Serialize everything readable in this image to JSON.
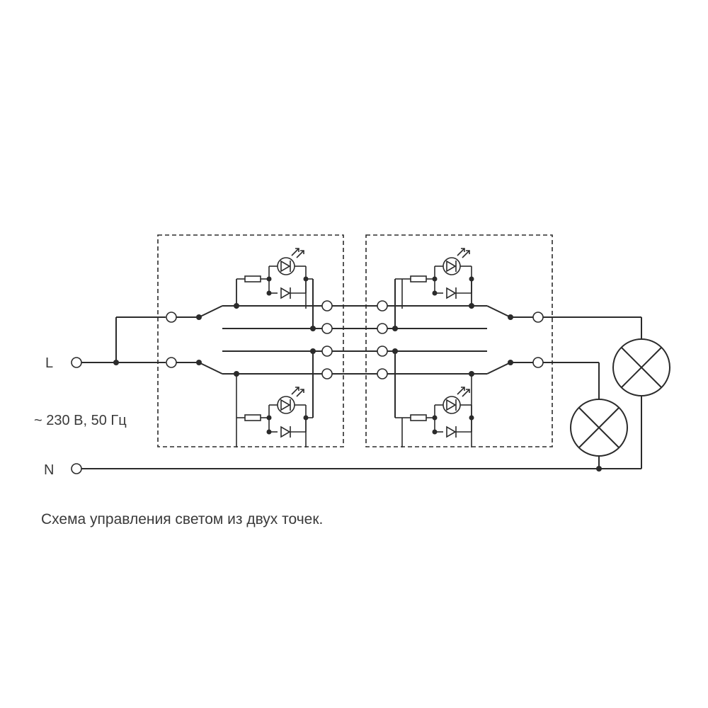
{
  "labels": {
    "line": "L",
    "neutral": "N",
    "supply": "~ 230 В, 50 Гц"
  },
  "caption": "Схема управления светом из двух точек.",
  "colors": {
    "line": "#2b2b2b",
    "text": "#3a3a3a",
    "background": "#ffffff"
  }
}
